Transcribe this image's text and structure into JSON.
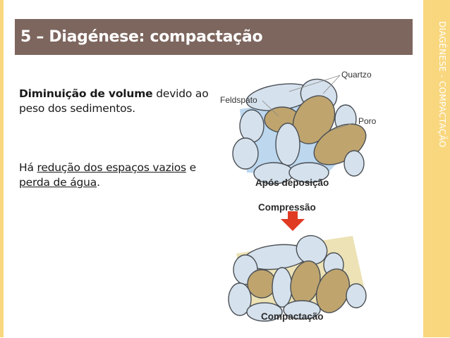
{
  "slide": {
    "title": "5 – Diagénese: compactação",
    "side_label": "DIAGÉNESE - COMPACTAÇÃO",
    "colors": {
      "accent_band": "#f9d77e",
      "title_bar": "#7d665e",
      "quartz_grain": "#d5e1ec",
      "feldspar_grain": "#bfa46e",
      "pore": "#bcd7ee",
      "arrow": "#e03a22"
    }
  },
  "content": {
    "para1": {
      "bold": "Diminuição de volume",
      "rest": " devido ao peso dos sedimentos."
    },
    "para2": {
      "prefix": "Há ",
      "underline1": "redução dos espaços vazios",
      "middle": " e ",
      "underline2": "perda de água",
      "suffix": "."
    }
  },
  "figure": {
    "labels": {
      "quartz": "Quartzo",
      "feldspar": "Feldspato",
      "pore": "Poro"
    },
    "caption_top": "Após deposição",
    "arrow_label": "Compressão",
    "caption_bottom": "Compactação",
    "arrow_icon": "down-arrow-icon"
  }
}
